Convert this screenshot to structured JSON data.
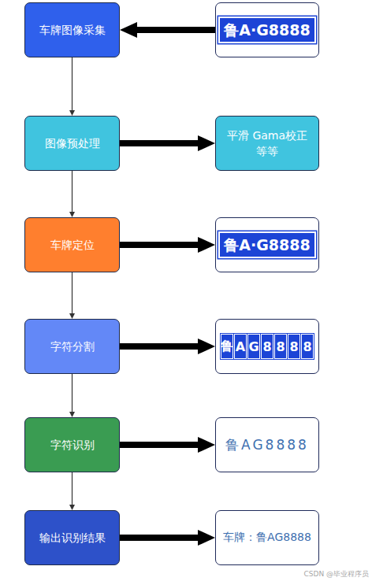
{
  "diagram": {
    "nodes": [
      {
        "text": [
          "车牌图像采集"
        ]
      },
      {
        "text": [
          "鲁A·G8888"
        ]
      },
      {
        "text": [
          "图像预处理"
        ]
      },
      {
        "text": [
          "平滑 Gama校正等等"
        ]
      },
      {
        "text": [
          "车牌定位"
        ]
      },
      {
        "text": [
          "鲁A·G8888"
        ]
      },
      {
        "text": [
          "字符分割"
        ]
      },
      {
        "text": [
          "鲁",
          "A",
          "G",
          "8",
          "8",
          "8",
          "8"
        ]
      },
      {
        "text": [
          "字符识别"
        ]
      },
      {
        "text": [
          "鲁AG8888"
        ]
      },
      {
        "text": [
          "输出识别结果"
        ]
      },
      {
        "text": [
          "车牌：鲁AG8888"
        ]
      }
    ],
    "edges": [
      {
        "from": 1,
        "to": 0,
        "arrow": "to"
      },
      {
        "from": 0,
        "to": 2,
        "arrow": "to"
      },
      {
        "from": 2,
        "to": 3,
        "arrow": "to"
      },
      {
        "from": 2,
        "to": 4,
        "arrow": "to"
      },
      {
        "from": 4,
        "to": 5,
        "arrow": "to"
      },
      {
        "from": 4,
        "to": 6,
        "arrow": "to"
      },
      {
        "from": 6,
        "to": 7,
        "arrow": "to"
      },
      {
        "from": 6,
        "to": 8,
        "arrow": "to"
      },
      {
        "from": 8,
        "to": 9,
        "arrow": "to"
      },
      {
        "from": 8,
        "to": 10,
        "arrow": "to"
      },
      {
        "from": 10,
        "to": 11,
        "arrow": "to"
      }
    ],
    "labels": [
      "CSDN @毕业程序员"
    ]
  }
}
